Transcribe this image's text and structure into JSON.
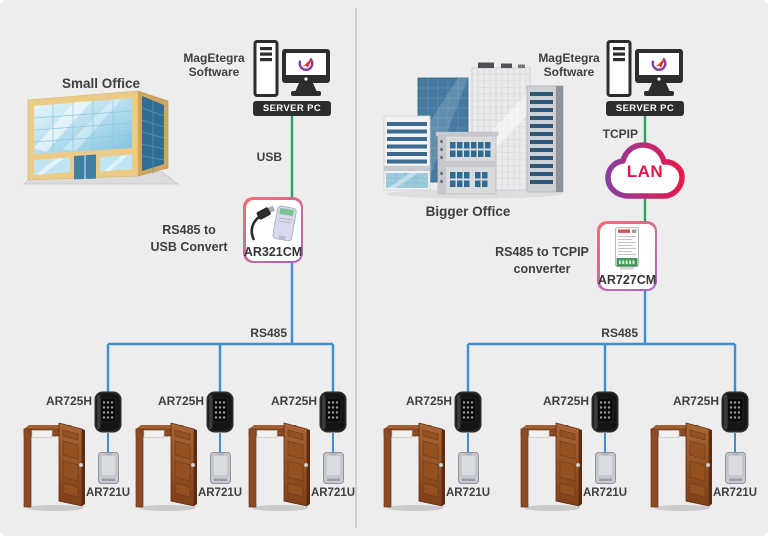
{
  "palette": {
    "background": "#ededee",
    "divider": "#cfcfd1",
    "green_line": "#2ba35c",
    "blue_line": "#3e8ed2",
    "label_text": "#3f3f41",
    "badge_bg": "#2d2d2d",
    "badge_text": "#ffffff",
    "cloud_label_color": "#e4164c",
    "converter_border_start": "#f0716e",
    "converter_border_end": "#a865c6"
  },
  "left": {
    "building_label": "Small Office",
    "software_label": "MagEtegra\nSoftware",
    "server_badge": "SERVER PC",
    "link_label": "USB",
    "converter": {
      "description": "RS485 to\nUSB Convert",
      "model": "AR321CM"
    },
    "bus_label": "RS485",
    "units": [
      {
        "controller": "AR725H",
        "reader": "AR721U"
      },
      {
        "controller": "AR725H",
        "reader": "AR721U"
      },
      {
        "controller": "AR725H",
        "reader": "AR721U"
      }
    ]
  },
  "right": {
    "building_label": "Bigger Office",
    "software_label": "MagEtegra\nSoftware",
    "server_badge": "SERVER PC",
    "link_label": "TCPIP",
    "cloud_label": "LAN",
    "converter": {
      "description": "RS485 to TCPIP\nconverter",
      "model": "AR727CM"
    },
    "bus_label": "RS485",
    "units": [
      {
        "controller": "AR725H",
        "reader": "AR721U"
      },
      {
        "controller": "AR725H",
        "reader": "AR721U"
      },
      {
        "controller": "AR725H",
        "reader": "AR721U"
      }
    ]
  }
}
